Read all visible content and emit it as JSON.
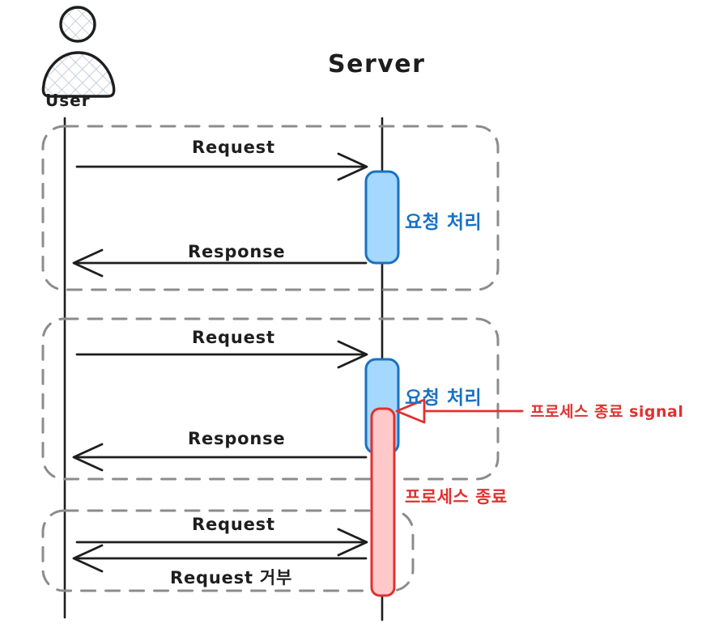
{
  "diagram": {
    "type": "sequence-diagram",
    "style": "hand-drawn",
    "colors": {
      "stroke": "#1e1e1e",
      "dashed_group": "#8c8c8c",
      "activation_fill": "#a5d8ff",
      "activation_stroke": "#1971c2",
      "terminate_fill": "#ffc9c9",
      "terminate_stroke": "#e03131",
      "blue_text": "#1971c2",
      "red_text": "#e03131",
      "background": "#ffffff"
    }
  },
  "participants": {
    "actor": {
      "name": "User",
      "icon": "user-actor-icon"
    },
    "server": {
      "name": "Server"
    }
  },
  "groups": [
    {
      "id": "group-1",
      "messages": [
        {
          "label": "Request",
          "direction": "right"
        },
        {
          "label": "Response",
          "direction": "left"
        }
      ],
      "activation_label": "요청 처리"
    },
    {
      "id": "group-2",
      "messages": [
        {
          "label": "Request",
          "direction": "right"
        },
        {
          "label": "Response",
          "direction": "left"
        }
      ],
      "activation_label": "요청 처리"
    },
    {
      "id": "group-3",
      "messages": [
        {
          "label": "Request",
          "direction": "right"
        },
        {
          "label": "Request 거부",
          "direction": "left"
        }
      ]
    }
  ],
  "signals": {
    "terminate_signal_label": "프로세스 종료 signal",
    "terminate_state_label": "프로세스 종료"
  }
}
